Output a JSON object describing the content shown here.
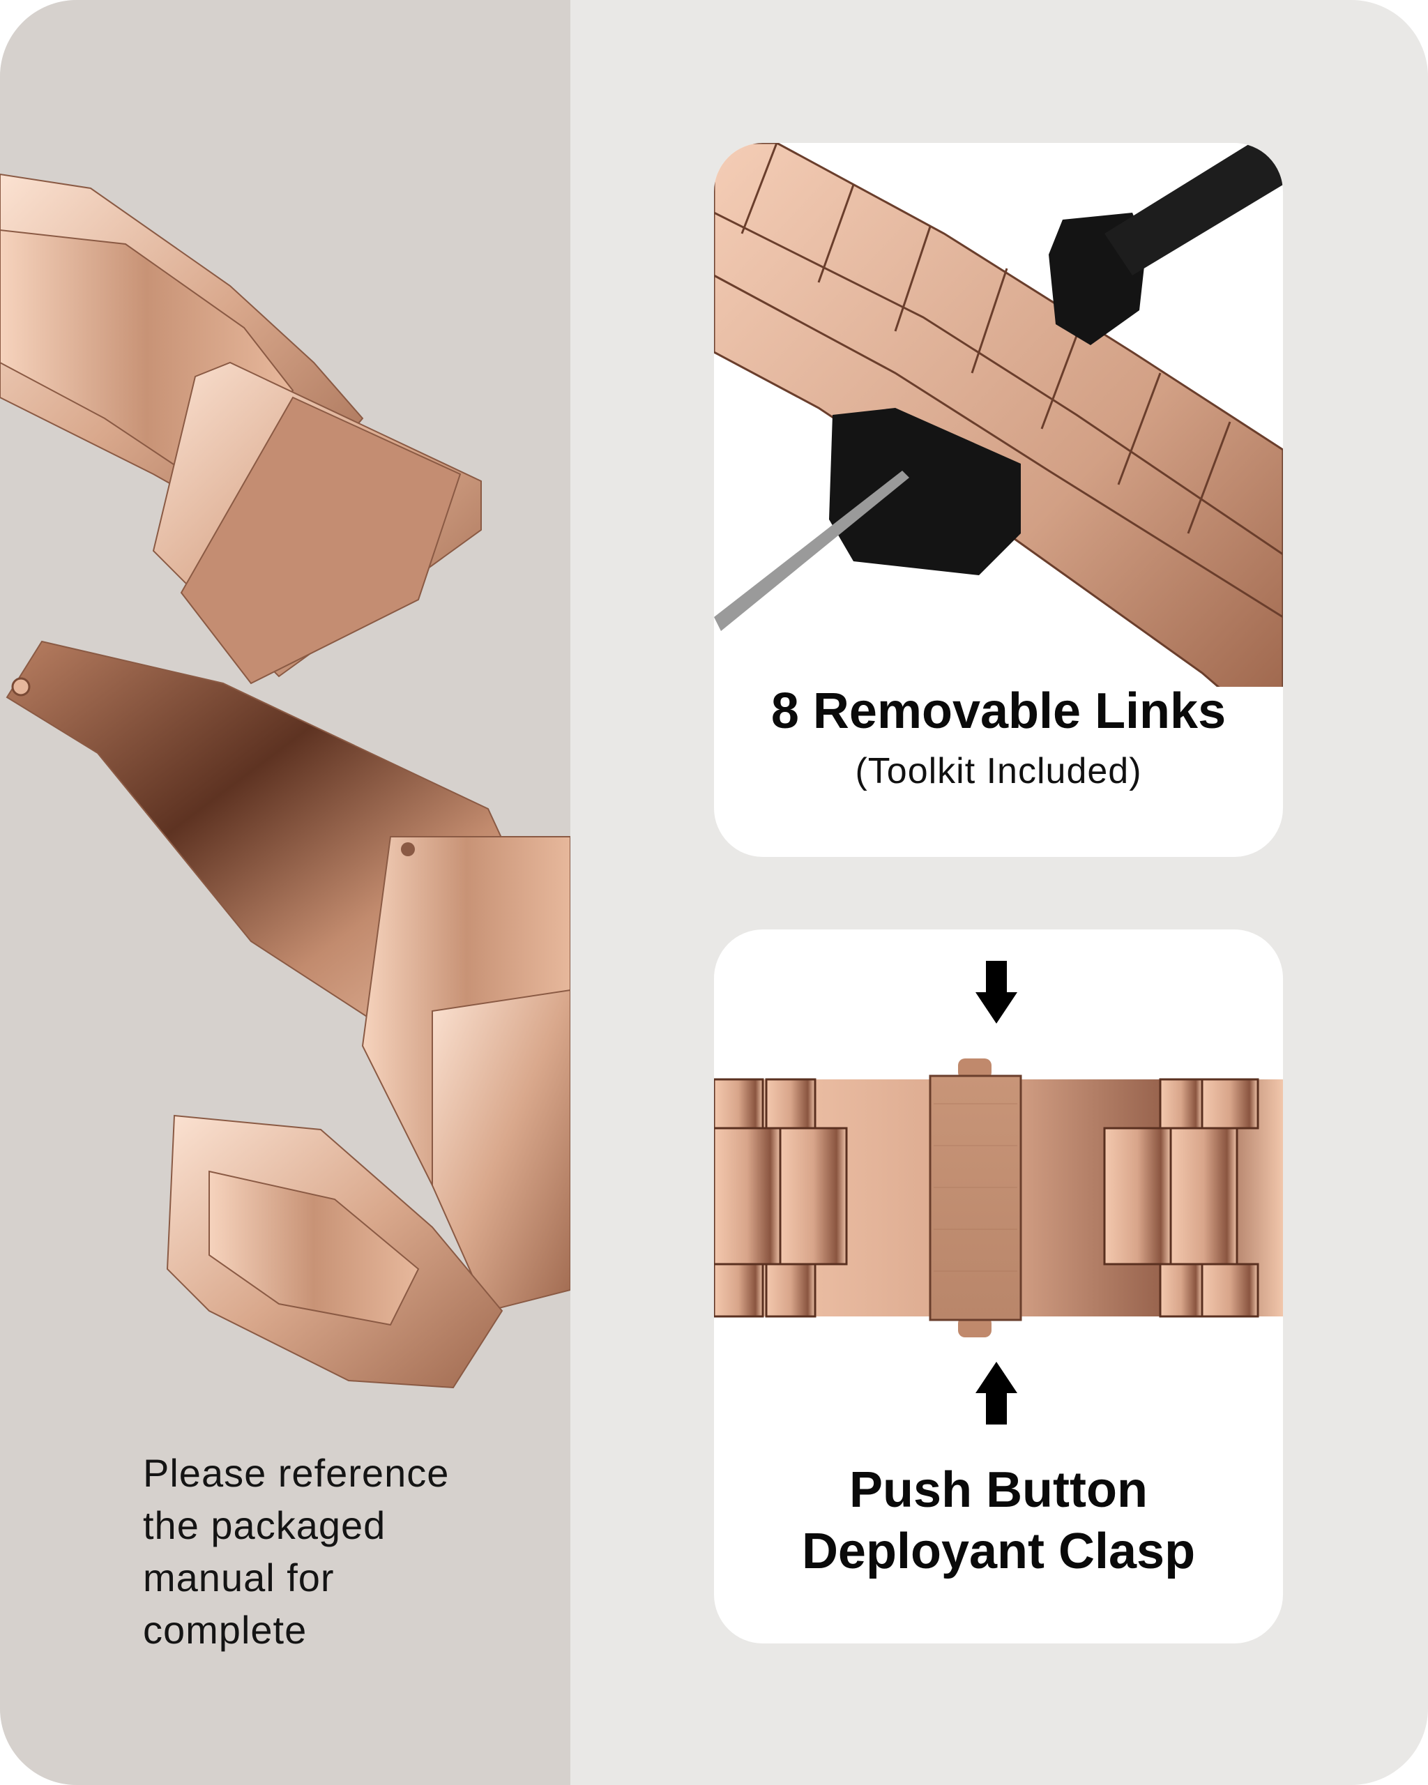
{
  "colors": {
    "outer_background": "#e9e8e6",
    "left_panel": "#d6d1cd",
    "card_background": "#ffffff",
    "text": "#0a0a0a",
    "rose_gold_light": "#f2cdb6",
    "rose_gold_mid": "#c99a80",
    "rose_gold_dark": "#7a4a35",
    "tool_black": "#111111"
  },
  "left_panel": {
    "image_alt": "Rose gold stainless steel link watch band with folding deployant clasp",
    "note_lines": [
      "Please reference",
      "the packaged",
      "manual for",
      "complete"
    ]
  },
  "cards": [
    {
      "image_alt": "Rose gold band links in black link-removal tool with pin",
      "title": "8 Removable Links",
      "subtitle": "(Toolkit Included)"
    },
    {
      "image_alt": "Rose gold band with push button deployant clasp, arrows indicating press points",
      "title_lines": [
        "Push Button",
        "Deployant Clasp"
      ],
      "icons": [
        "arrow-down-icon",
        "arrow-up-icon"
      ]
    }
  ]
}
